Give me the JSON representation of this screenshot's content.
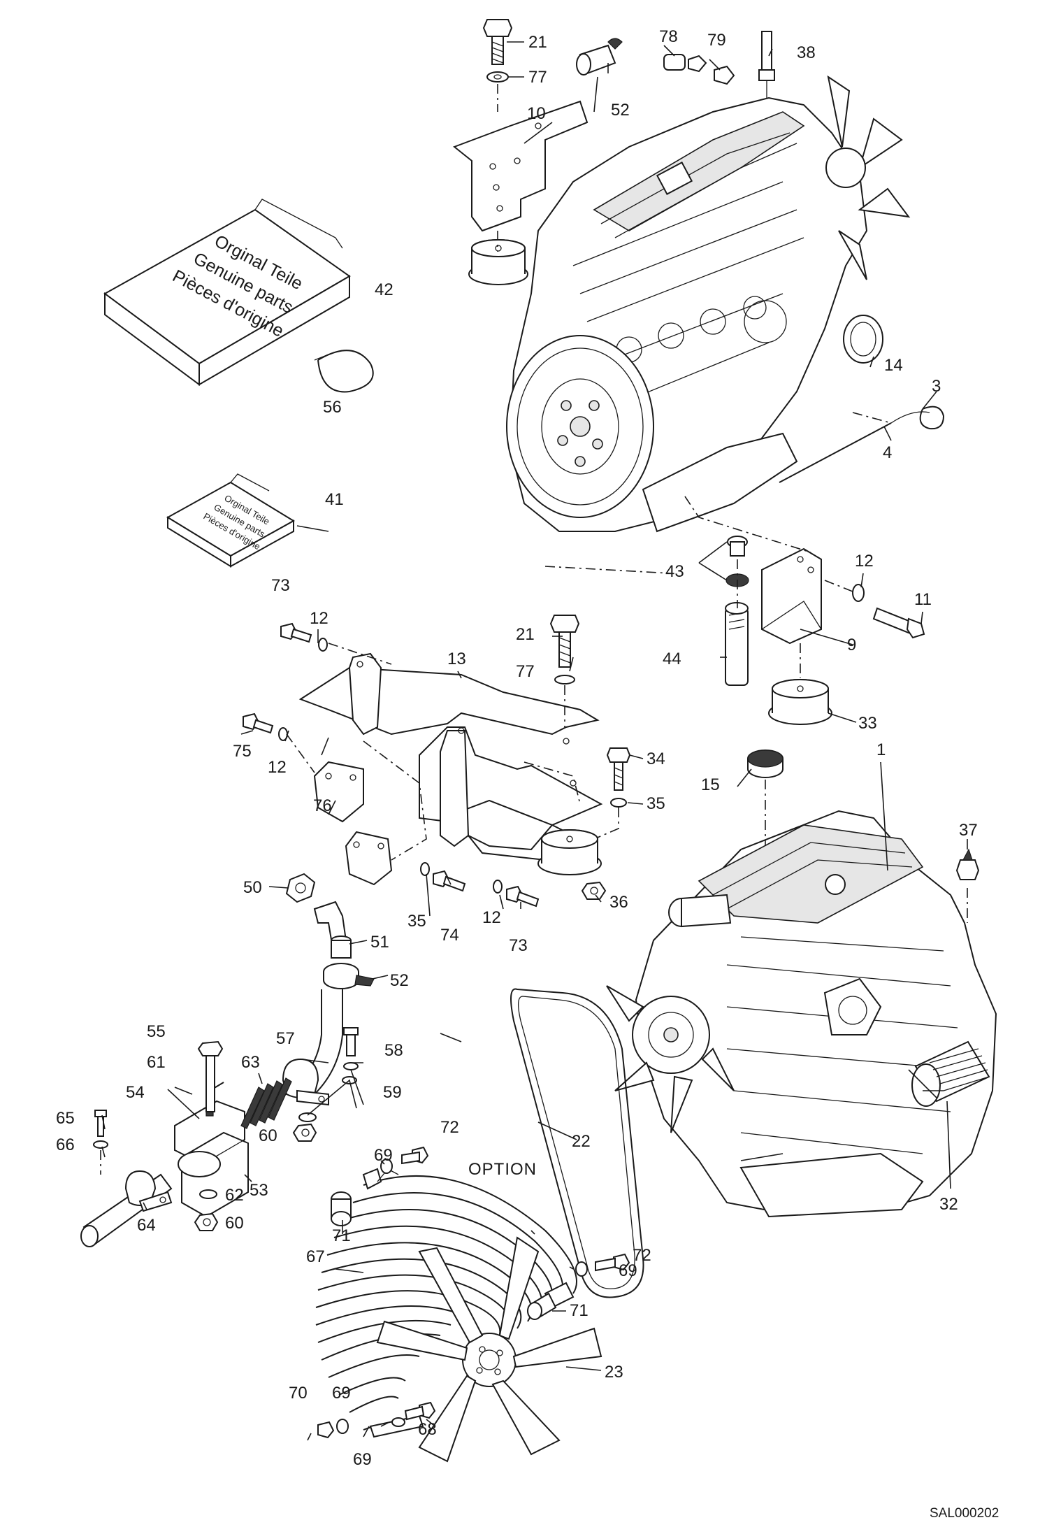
{
  "labels": {
    "p1": "1",
    "p3": "3",
    "p4": "4",
    "p9": "9",
    "p10": "10",
    "p11": "11",
    "p12a": "12",
    "p12b": "12",
    "p12c": "12",
    "p12d": "12",
    "p13": "13",
    "p14": "14",
    "p15": "15",
    "p21a": "21",
    "p21b": "21",
    "p22": "22",
    "p23": "23",
    "p32": "32",
    "p33": "33",
    "p34": "34",
    "p35a": "35",
    "p35b": "35",
    "p36": "36",
    "p37": "37",
    "p38": "38",
    "p41": "41",
    "p42": "42",
    "p43": "43",
    "p44": "44",
    "p50": "50",
    "p51": "51",
    "p52a": "52",
    "p52b": "52",
    "p53": "53",
    "p54": "54",
    "p55": "55",
    "p56": "56",
    "p57": "57",
    "p58": "58",
    "p59": "59",
    "p60a": "60",
    "p60b": "60",
    "p61": "61",
    "p62": "62",
    "p63": "63",
    "p64": "64",
    "p65": "65",
    "p66": "66",
    "p67": "67",
    "p68": "68",
    "p69a": "69",
    "p69b": "69",
    "p69c": "69",
    "p69d": "69",
    "p70": "70",
    "p71a": "71",
    "p71b": "71",
    "p72a": "72",
    "p72b": "72",
    "p73a": "73",
    "p73b": "73",
    "p74": "74",
    "p75": "75",
    "p76": "76",
    "p77a": "77",
    "p77b": "77",
    "p78": "78",
    "p79": "79"
  },
  "parts_book_large": {
    "line1": "Orginal Teile",
    "line2": "Genuine parts",
    "line3": "Pièces d'origine"
  },
  "parts_book_small": {
    "line1": "Orginal Teile",
    "line2": "Genuine parts",
    "line3": "Pièces d'origine"
  },
  "option_label": "OPTION",
  "drawing_code": "SAL000202"
}
